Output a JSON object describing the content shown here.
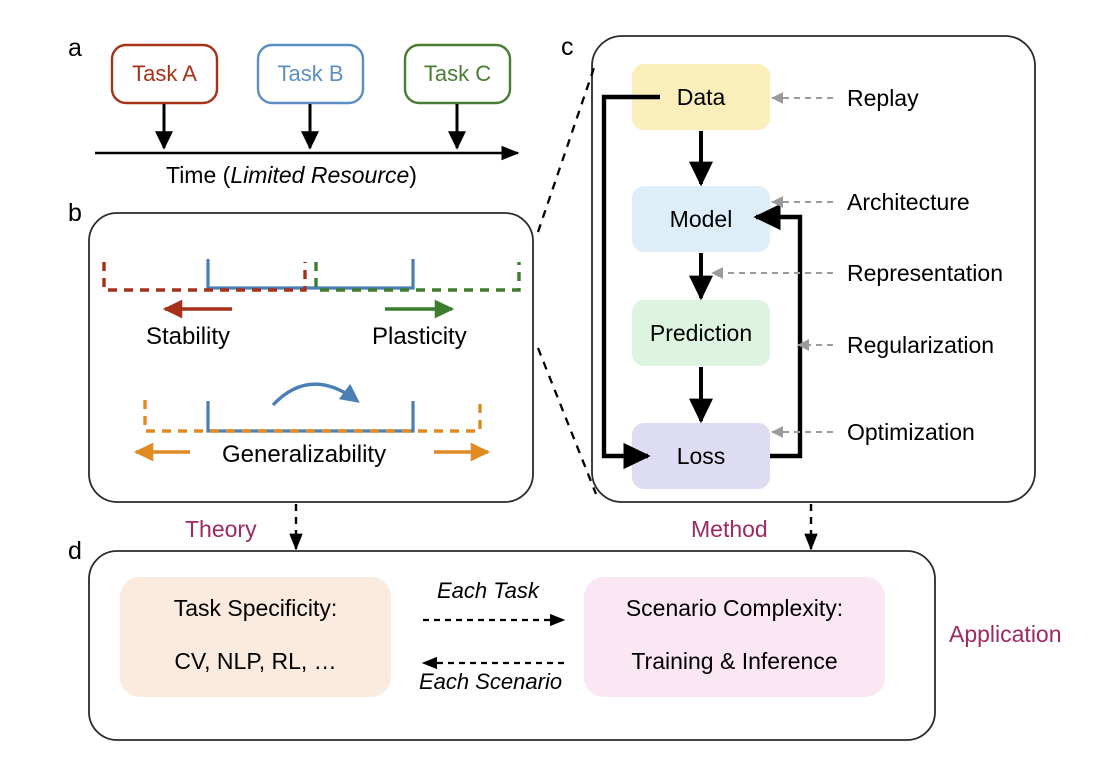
{
  "figure": {
    "panels": [
      {
        "id": "a",
        "letter": "a"
      },
      {
        "id": "b",
        "letter": "b"
      },
      {
        "id": "c",
        "letter": "c"
      },
      {
        "id": "d",
        "letter": "d"
      }
    ]
  },
  "panel_a": {
    "tasks": [
      {
        "label": "Task A",
        "color": "#a63219"
      },
      {
        "label": "Task B",
        "color": "#5b8ec4"
      },
      {
        "label": "Task C",
        "color": "#4a7c33"
      }
    ],
    "axis_label_plain": "Time (",
    "axis_label_italic": "Limited Resource",
    "axis_label_close": ")"
  },
  "panel_b": {
    "stability_label": "Stability",
    "plasticity_label": "Plasticity",
    "generalizability_label": "Generalizability",
    "colors": {
      "stability": "#a6301b",
      "plasticity": "#3e7d2e",
      "generalizability": "#e08a24",
      "bracket": "#4a7fb5"
    }
  },
  "panel_c": {
    "pipeline": [
      {
        "label": "Data",
        "fill": "#faeebb"
      },
      {
        "label": "Model",
        "fill": "#ddeef9"
      },
      {
        "label": "Prediction",
        "fill": "#ddf5e0"
      },
      {
        "label": "Loss",
        "fill": "#dedcf3"
      }
    ],
    "annotations": [
      {
        "label": "Replay"
      },
      {
        "label": "Architecture"
      },
      {
        "label": "Representation"
      },
      {
        "label": "Regularization"
      },
      {
        "label": "Optimization"
      }
    ]
  },
  "panel_d": {
    "left_box": {
      "line1": "Task Specificity:",
      "line2": "CV, NLP, RL, …",
      "fill": "#fbeade"
    },
    "right_box": {
      "line1": "Scenario Complexity:",
      "line2": "Training & Inference",
      "fill": "#fbe6f3"
    },
    "arrow_top_label": "Each Task",
    "arrow_bottom_label": "Each Scenario"
  },
  "connectors": {
    "theory_label": "Theory",
    "method_label": "Method",
    "application_label": "Application",
    "accent_color": "#9c2a63"
  }
}
